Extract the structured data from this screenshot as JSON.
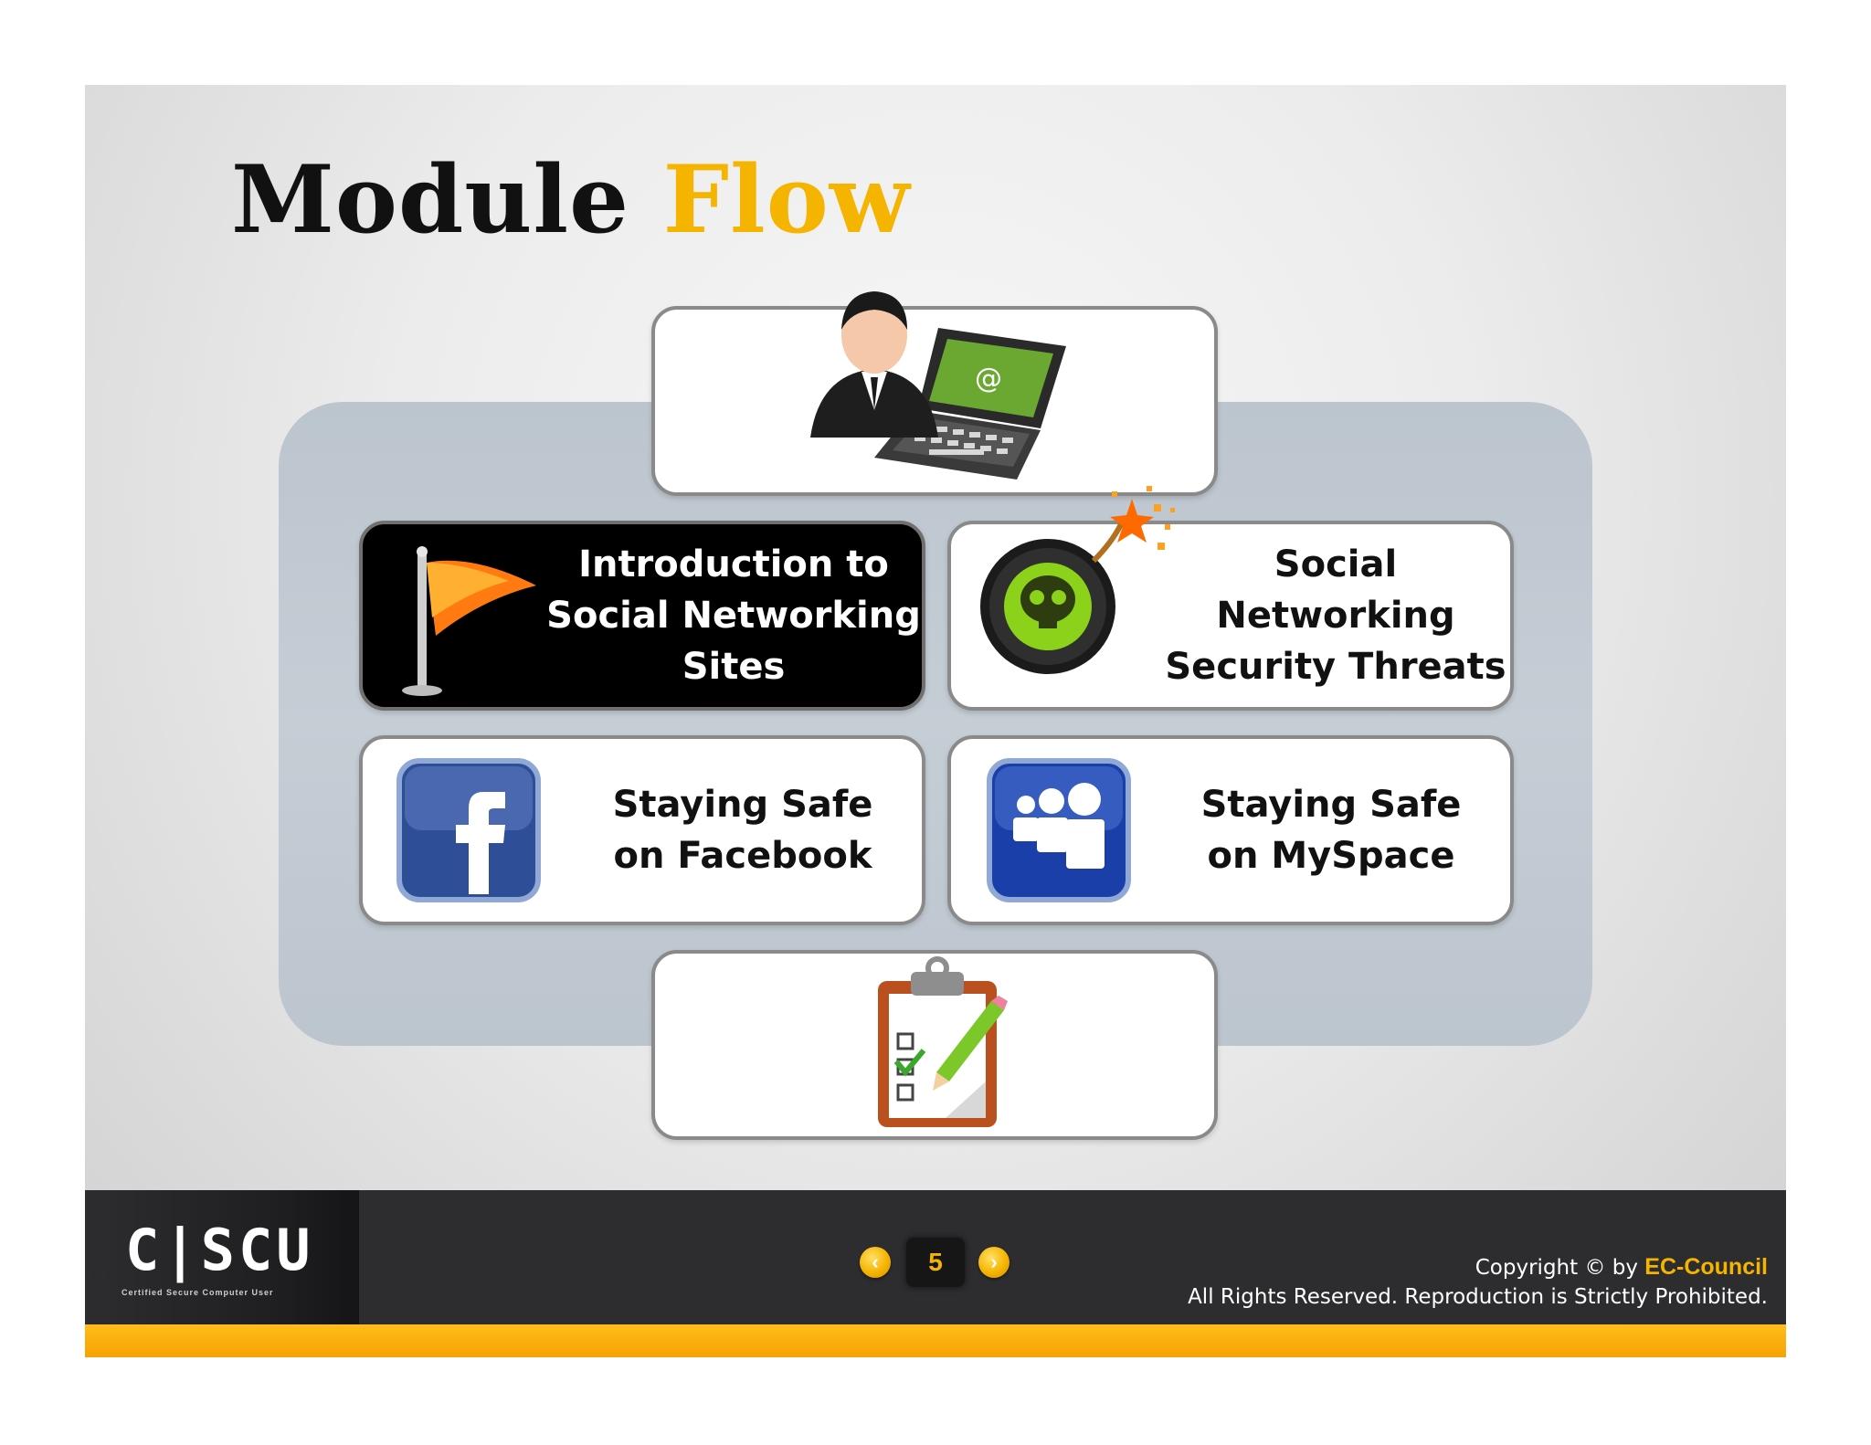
{
  "slide": {
    "title_part1": "Module",
    "title_part2": "Flow"
  },
  "flow": {
    "top_card": {
      "icon": "user-laptop-icon"
    },
    "intro": {
      "line1": "Introduction to",
      "line2": "Social Networking",
      "line3": "Sites",
      "icon": "flag-icon",
      "state": "active"
    },
    "threats": {
      "line1": "Social Networking",
      "line2": "Security Threats",
      "icon": "bomb-skull-icon"
    },
    "facebook": {
      "line1": "Staying Safe",
      "line2": "on Facebook",
      "icon": "facebook-icon"
    },
    "myspace": {
      "line1": "Staying Safe",
      "line2": "on MySpace",
      "icon": "myspace-icon"
    },
    "bottom_card": {
      "icon": "clipboard-checklist-icon"
    }
  },
  "footer": {
    "logo": "C|SCU",
    "logo_sub": "Certified  Secure  Computer  User",
    "page_number": "5",
    "prev_icon": "chevron-left-icon",
    "next_icon": "chevron-right-icon",
    "copyright_prefix": "Copyright © by",
    "copyright_brand": "EC-Council",
    "rights": "All Rights Reserved. Reproduction is Strictly Prohibited."
  },
  "colors": {
    "accent": "#f5b400",
    "footer_bg": "#2d2d2f",
    "panel_bg": "#c2cad2"
  }
}
